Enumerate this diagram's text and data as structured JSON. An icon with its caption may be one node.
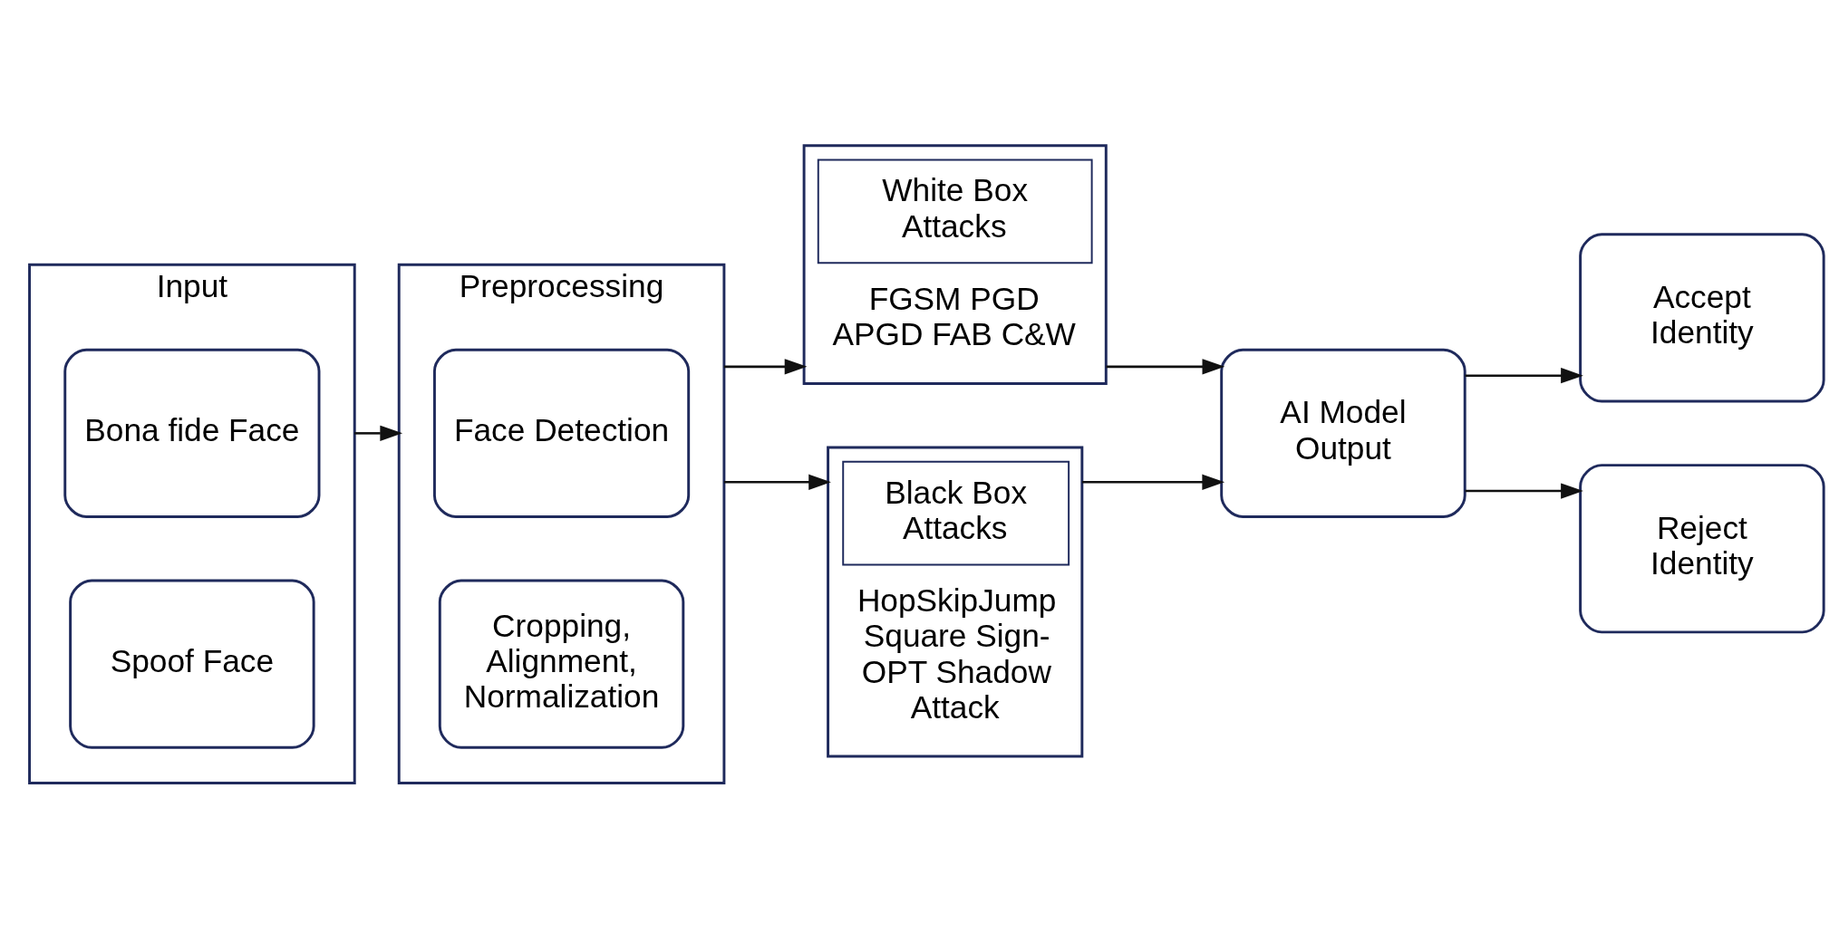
{
  "diagram": {
    "nodes": [
      {
        "text": [
          "Input"
        ]
      },
      {
        "text": [
          "Bona fide Face"
        ],
        "in": 0
      },
      {
        "text": [
          "Spoof Face"
        ],
        "in": 0
      },
      {
        "text": [
          "Preprocessing"
        ]
      },
      {
        "text": [
          "Face Detection"
        ],
        "in": 3
      },
      {
        "text": [
          "Cropping, Alignment, Normalization"
        ],
        "in": 3
      },
      {
        "text": [
          "White Box Attacks",
          "FGSM PGD APGD FAB C&W"
        ]
      },
      {
        "text": [
          "Black Box Attacks",
          "HopSkipJump Square Sign-OPT Shadow Attack"
        ]
      },
      {
        "text": [
          "AI Model Output"
        ]
      },
      {
        "text": [
          "Accept Identity"
        ]
      },
      {
        "text": [
          "Reject Identity"
        ]
      }
    ],
    "edges": [
      {
        "from": 0,
        "to": 3,
        "arrow": "to"
      },
      {
        "from": 3,
        "to": 6,
        "arrow": "to"
      },
      {
        "from": 3,
        "to": 7,
        "arrow": "to"
      },
      {
        "from": 6,
        "to": 8,
        "arrow": "to"
      },
      {
        "from": 7,
        "to": 8,
        "arrow": "to"
      },
      {
        "from": 8,
        "to": 9,
        "arrow": "to"
      },
      {
        "from": 8,
        "to": 10,
        "arrow": "to"
      }
    ]
  }
}
